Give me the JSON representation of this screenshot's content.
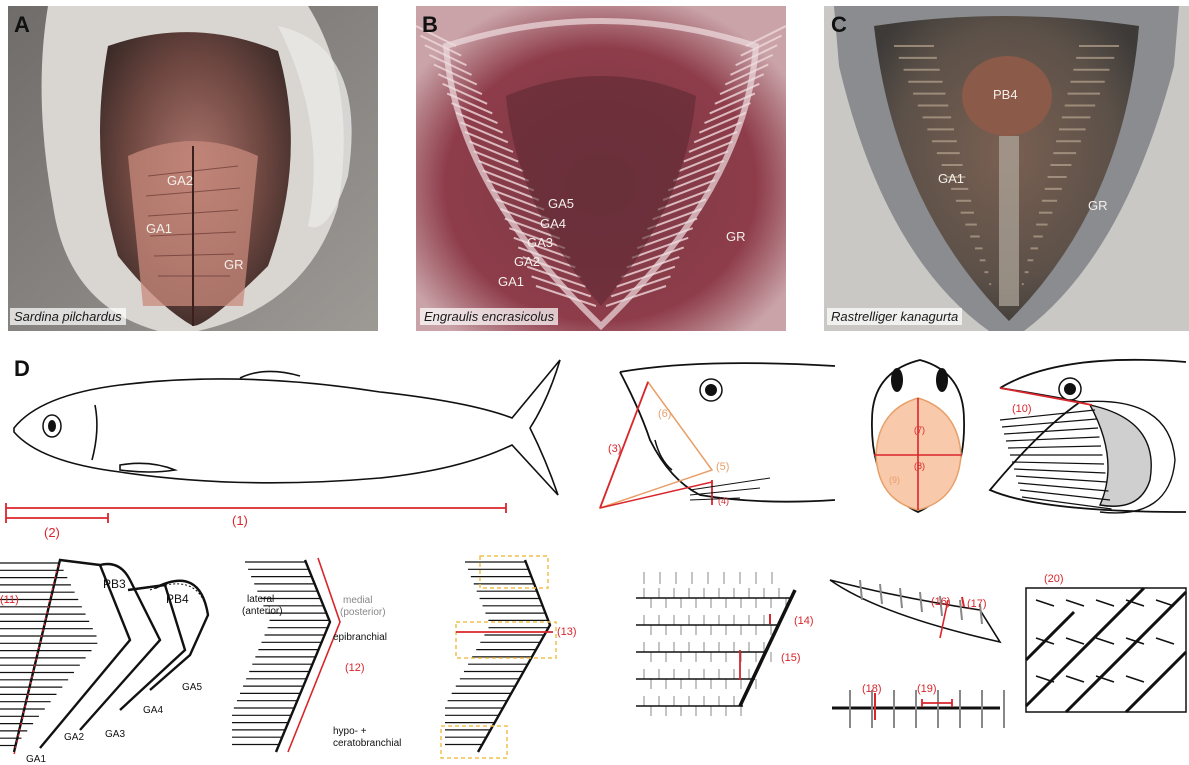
{
  "panels": {
    "A": {
      "letter": "A",
      "species": "Sardina pilchardus",
      "labels": {
        "ga2": "GA2",
        "ga1": "GA1",
        "gr": "GR"
      }
    },
    "B": {
      "letter": "B",
      "species": "Engraulis encrasicolus",
      "labels": {
        "ga5": "GA5",
        "ga4": "GA4",
        "ga3": "GA3",
        "ga2": "GA2",
        "ga1": "GA1",
        "gr": "GR"
      }
    },
    "C": {
      "letter": "C",
      "species": "Rastrelliger kanagurta",
      "labels": {
        "pb4": "PB4",
        "ga1": "GA1",
        "gr": "GR"
      }
    },
    "D": {
      "letter": "D"
    }
  },
  "measurements": {
    "m1": "(1)",
    "m2": "(2)",
    "m3": "(3)",
    "m4": "(4)",
    "m5": "(5)",
    "m6": "(6)",
    "m7": "(7)",
    "m8": "(8)",
    "m9": "(9)",
    "m10": "(10)",
    "m11": "(11)",
    "m12": "(12)",
    "m13": "(13)",
    "m14": "(14)",
    "m15": "(15)",
    "m16": "(16)",
    "m17": "(17)",
    "m18": "(18)",
    "m19": "(19)",
    "m20": "(20)"
  },
  "arch_labels": {
    "pb3": "PB3",
    "pb4": "PB4",
    "ga5": "GA5",
    "ga4": "GA4",
    "ga3": "GA3",
    "ga2": "GA2",
    "ga1": "GA1",
    "lateral": "lateral",
    "anterior": "(anterior)",
    "medial": "medial",
    "posterior": "(posterior)",
    "epibranchial": "epibranchial",
    "hypo": "hypo- +",
    "cerato": "ceratobranchial"
  },
  "colors": {
    "measure": "#d9262c",
    "orange": "#e8a06a",
    "fill_orange": "#f8c9aa",
    "highlight": "#f2c14e",
    "grey": "#888888"
  }
}
